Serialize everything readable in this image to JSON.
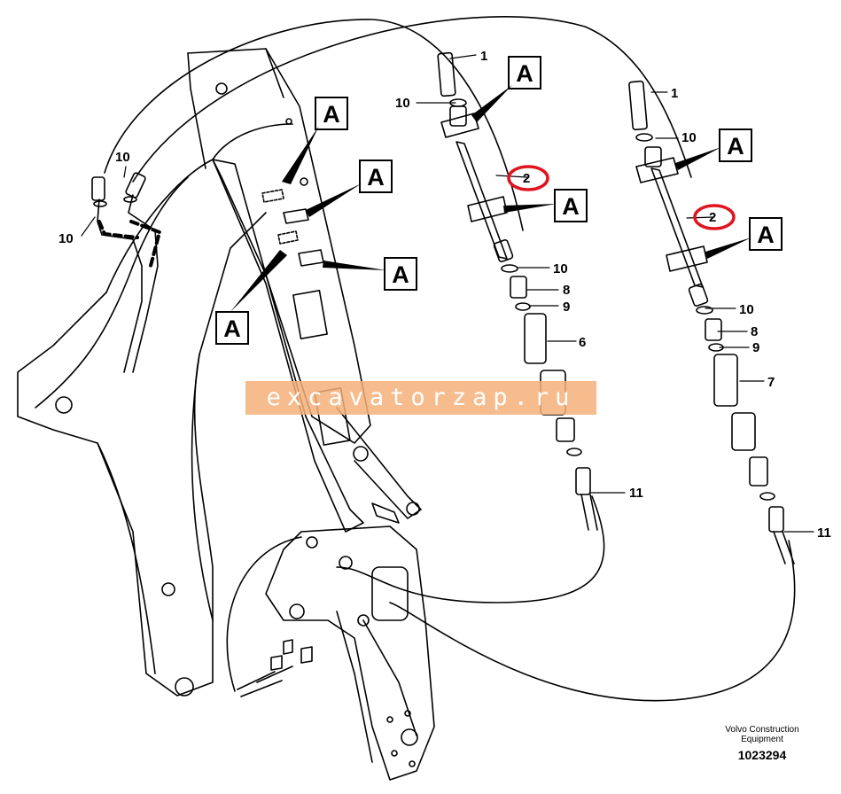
{
  "labels": {
    "hose_left": "1",
    "hose_right": "1",
    "oring_a": "10",
    "oring_b": "10",
    "oring_c": "10",
    "oring_d": "10",
    "oring_e": "10",
    "oring_f": "10",
    "tube_left": "2",
    "tube_right": "2",
    "nipple_left": "8",
    "nipple_right": "8",
    "seal_left": "9",
    "seal_right": "9",
    "adapter_left": "6",
    "adapter_right": "7",
    "hose_bottom_left": "11",
    "hose_bottom_right": "11",
    "detail_marker": "A"
  },
  "watermark": "excavatorzap.ru",
  "credit": {
    "line1": "Volvo Construction",
    "line2": "Equipment",
    "number": "1023294"
  },
  "colors": {
    "line": "#000000",
    "highlight_circle": "#e0141e",
    "watermark_band": "#f6b07a"
  }
}
